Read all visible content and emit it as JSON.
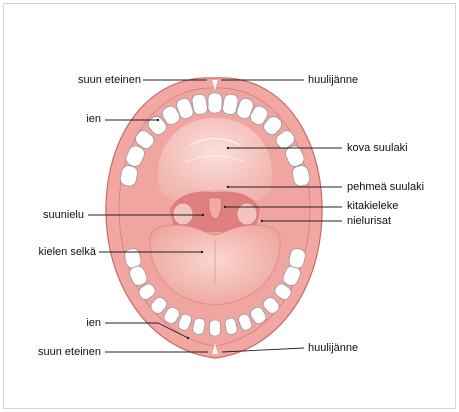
{
  "figure": {
    "colors": {
      "lip": "#f2a7a3",
      "lip_edge": "#c86a68",
      "gum": "#f0a5a1",
      "palate": "#f7c9c4",
      "throat": "#e07f80",
      "tongue": "#f4bdb6",
      "tooth": "#ffffff",
      "tooth_edge": "#9a9a9a"
    },
    "labels": {
      "suun_eteinen_top": "suun eteinen",
      "huulijanne_top": "huulijänne",
      "ien_top": "ien",
      "kova_suulaki": "kova suulaki",
      "pehmea_suulaki": "pehmeä suulaki",
      "suunielu": "suunielu",
      "kitakieleke": "kitakieleke",
      "nielurisat": "nielurisat",
      "kielen_selka": "kielen selkä",
      "ien_bottom": "ien",
      "suun_eteinen_bottom": "suun eteinen",
      "huulijanne_bottom": "huulijänne"
    }
  }
}
